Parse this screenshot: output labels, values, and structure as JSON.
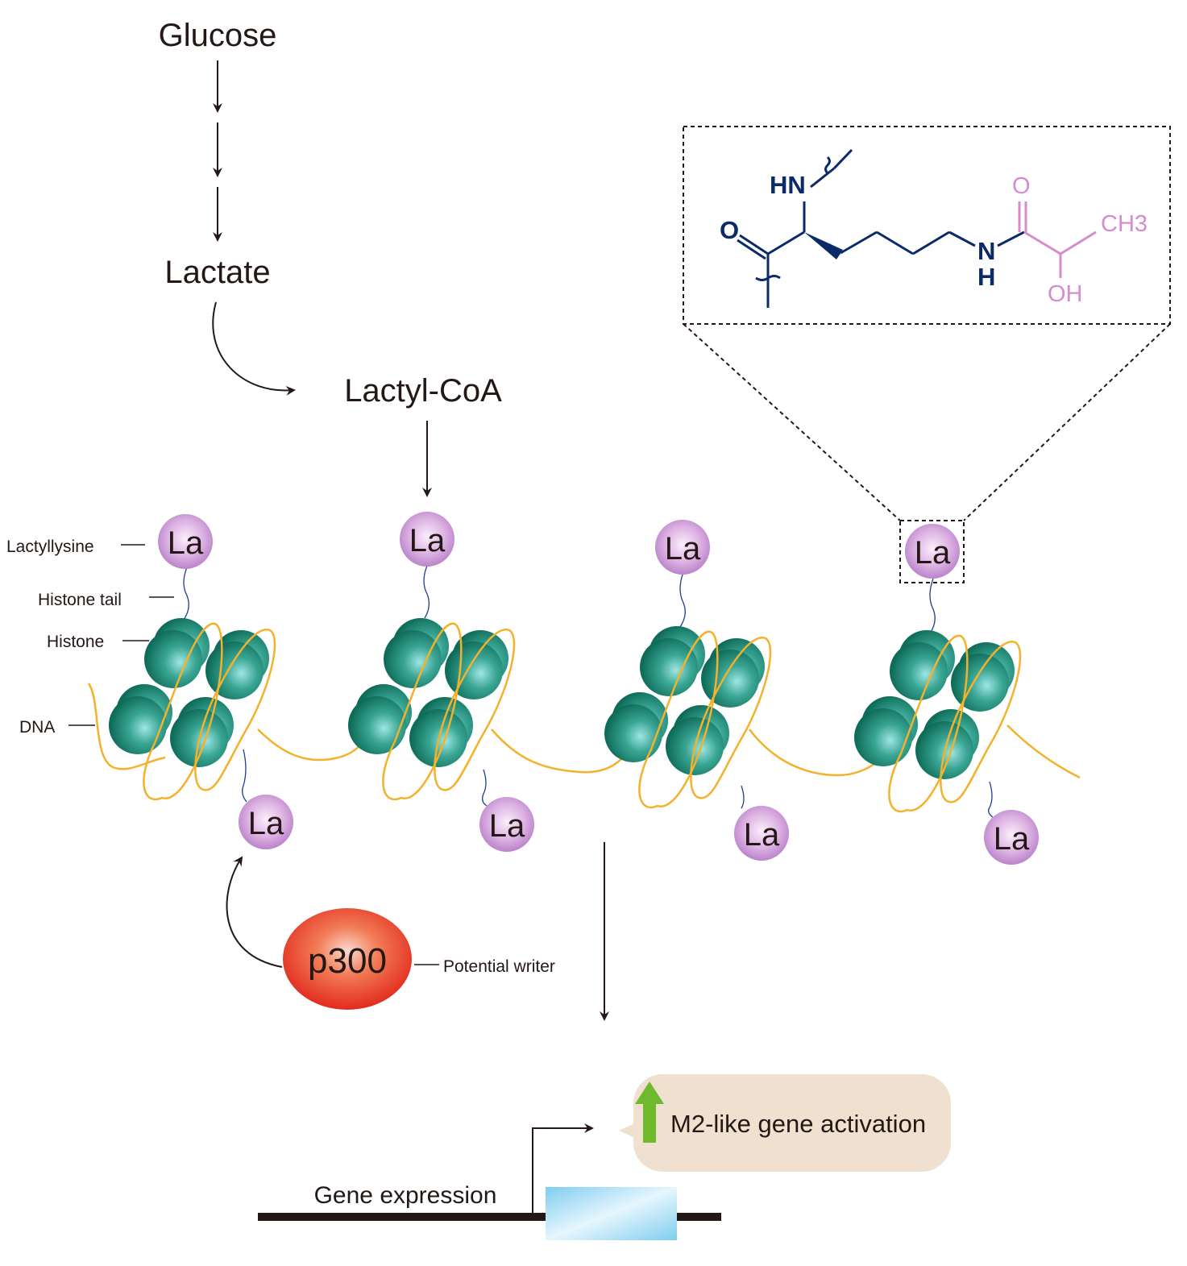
{
  "title_glucose": "Glucose",
  "title_lactate": "Lactate",
  "title_lactyl_coa": "Lactyl-CoA",
  "labels": {
    "lactyllysine": "Lactyllysine",
    "histone_tail": "Histone tail",
    "histone": "Histone",
    "dna": "DNA",
    "potential_writer": "Potential writer"
  },
  "mark_label": "La",
  "enzyme": "p300",
  "gene_expression": "Gene expression",
  "activation": "M2-like gene activation",
  "chem": {
    "hn": "HN",
    "o_left": "O",
    "o_right": "O",
    "n": "N",
    "h": "H",
    "ch3": "CH3",
    "oh": "OH"
  },
  "colors": {
    "histone": "#1e7d69",
    "histone_light": "#8fdcdc",
    "dna": "#f4b12b",
    "lactyl_mark": "#c48bd3",
    "p300": "#e8341e",
    "chem_backbone": "#0b2a6a",
    "chem_lactyl": "#d58ccf",
    "arrow_up": "#6fb92c",
    "bubble": "#efe0cf",
    "gene_box": "#7fd0f0"
  }
}
